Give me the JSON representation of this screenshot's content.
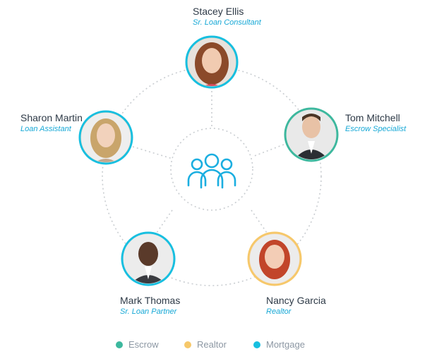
{
  "colors": {
    "escrow": "#3db89e",
    "realtor": "#f6c86a",
    "mortgage": "#17bfe0",
    "dotted": "#c9cdd1",
    "center_icon": "#1aaee0"
  },
  "center": {
    "icon": "group-people-icon"
  },
  "people": [
    {
      "id": "stacey",
      "name": "Stacey Ellis",
      "role": "Sr. Loan Consultant",
      "group": "mortgage",
      "icon": "woman-avatar-icon"
    },
    {
      "id": "tom",
      "name": "Tom Mitchell",
      "role": "Escrow Specialist",
      "group": "escrow",
      "icon": "man-avatar-icon"
    },
    {
      "id": "nancy",
      "name": "Nancy Garcia",
      "role": "Realtor",
      "group": "realtor",
      "icon": "woman-avatar-icon"
    },
    {
      "id": "mark",
      "name": "Mark Thomas",
      "role": "Sr. Loan Partner",
      "group": "mortgage",
      "icon": "man-avatar-icon"
    },
    {
      "id": "sharon",
      "name": "Sharon Martin",
      "role": "Loan Assistant",
      "group": "mortgage",
      "icon": "woman-avatar-icon"
    }
  ],
  "legend": [
    {
      "label": "Escrow",
      "group": "escrow"
    },
    {
      "label": "Realtor",
      "group": "realtor"
    },
    {
      "label": "Mortgage",
      "group": "mortgage"
    }
  ]
}
